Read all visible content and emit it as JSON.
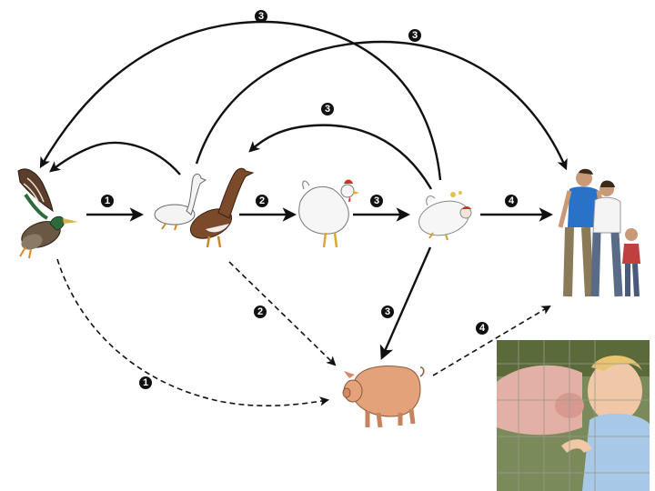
{
  "diagram": {
    "nodes": {
      "wild_duck": "wild-duck-icon",
      "domestic_geese_ducks": "domestic-goose-duck-icon",
      "chicken": "chicken-icon",
      "sick_chicken": "sick-chicken-icon",
      "humans": "human-family-icon",
      "pig": "pig-icon",
      "child_and_pig_photo": "child-and-pig-photo"
    },
    "step_labels": {
      "one": "❶",
      "two": "❷",
      "three": "❸",
      "four": "❹"
    },
    "colors": {
      "arrow": "#111111",
      "duck_body": "#5a3d2b",
      "duck_green": "#2f6b3a",
      "goose_brown": "#7a4a2a",
      "pig": "#e3a27a",
      "human_shirt_blue": "#2a72c8",
      "human_pants": "#5a6b87"
    }
  }
}
